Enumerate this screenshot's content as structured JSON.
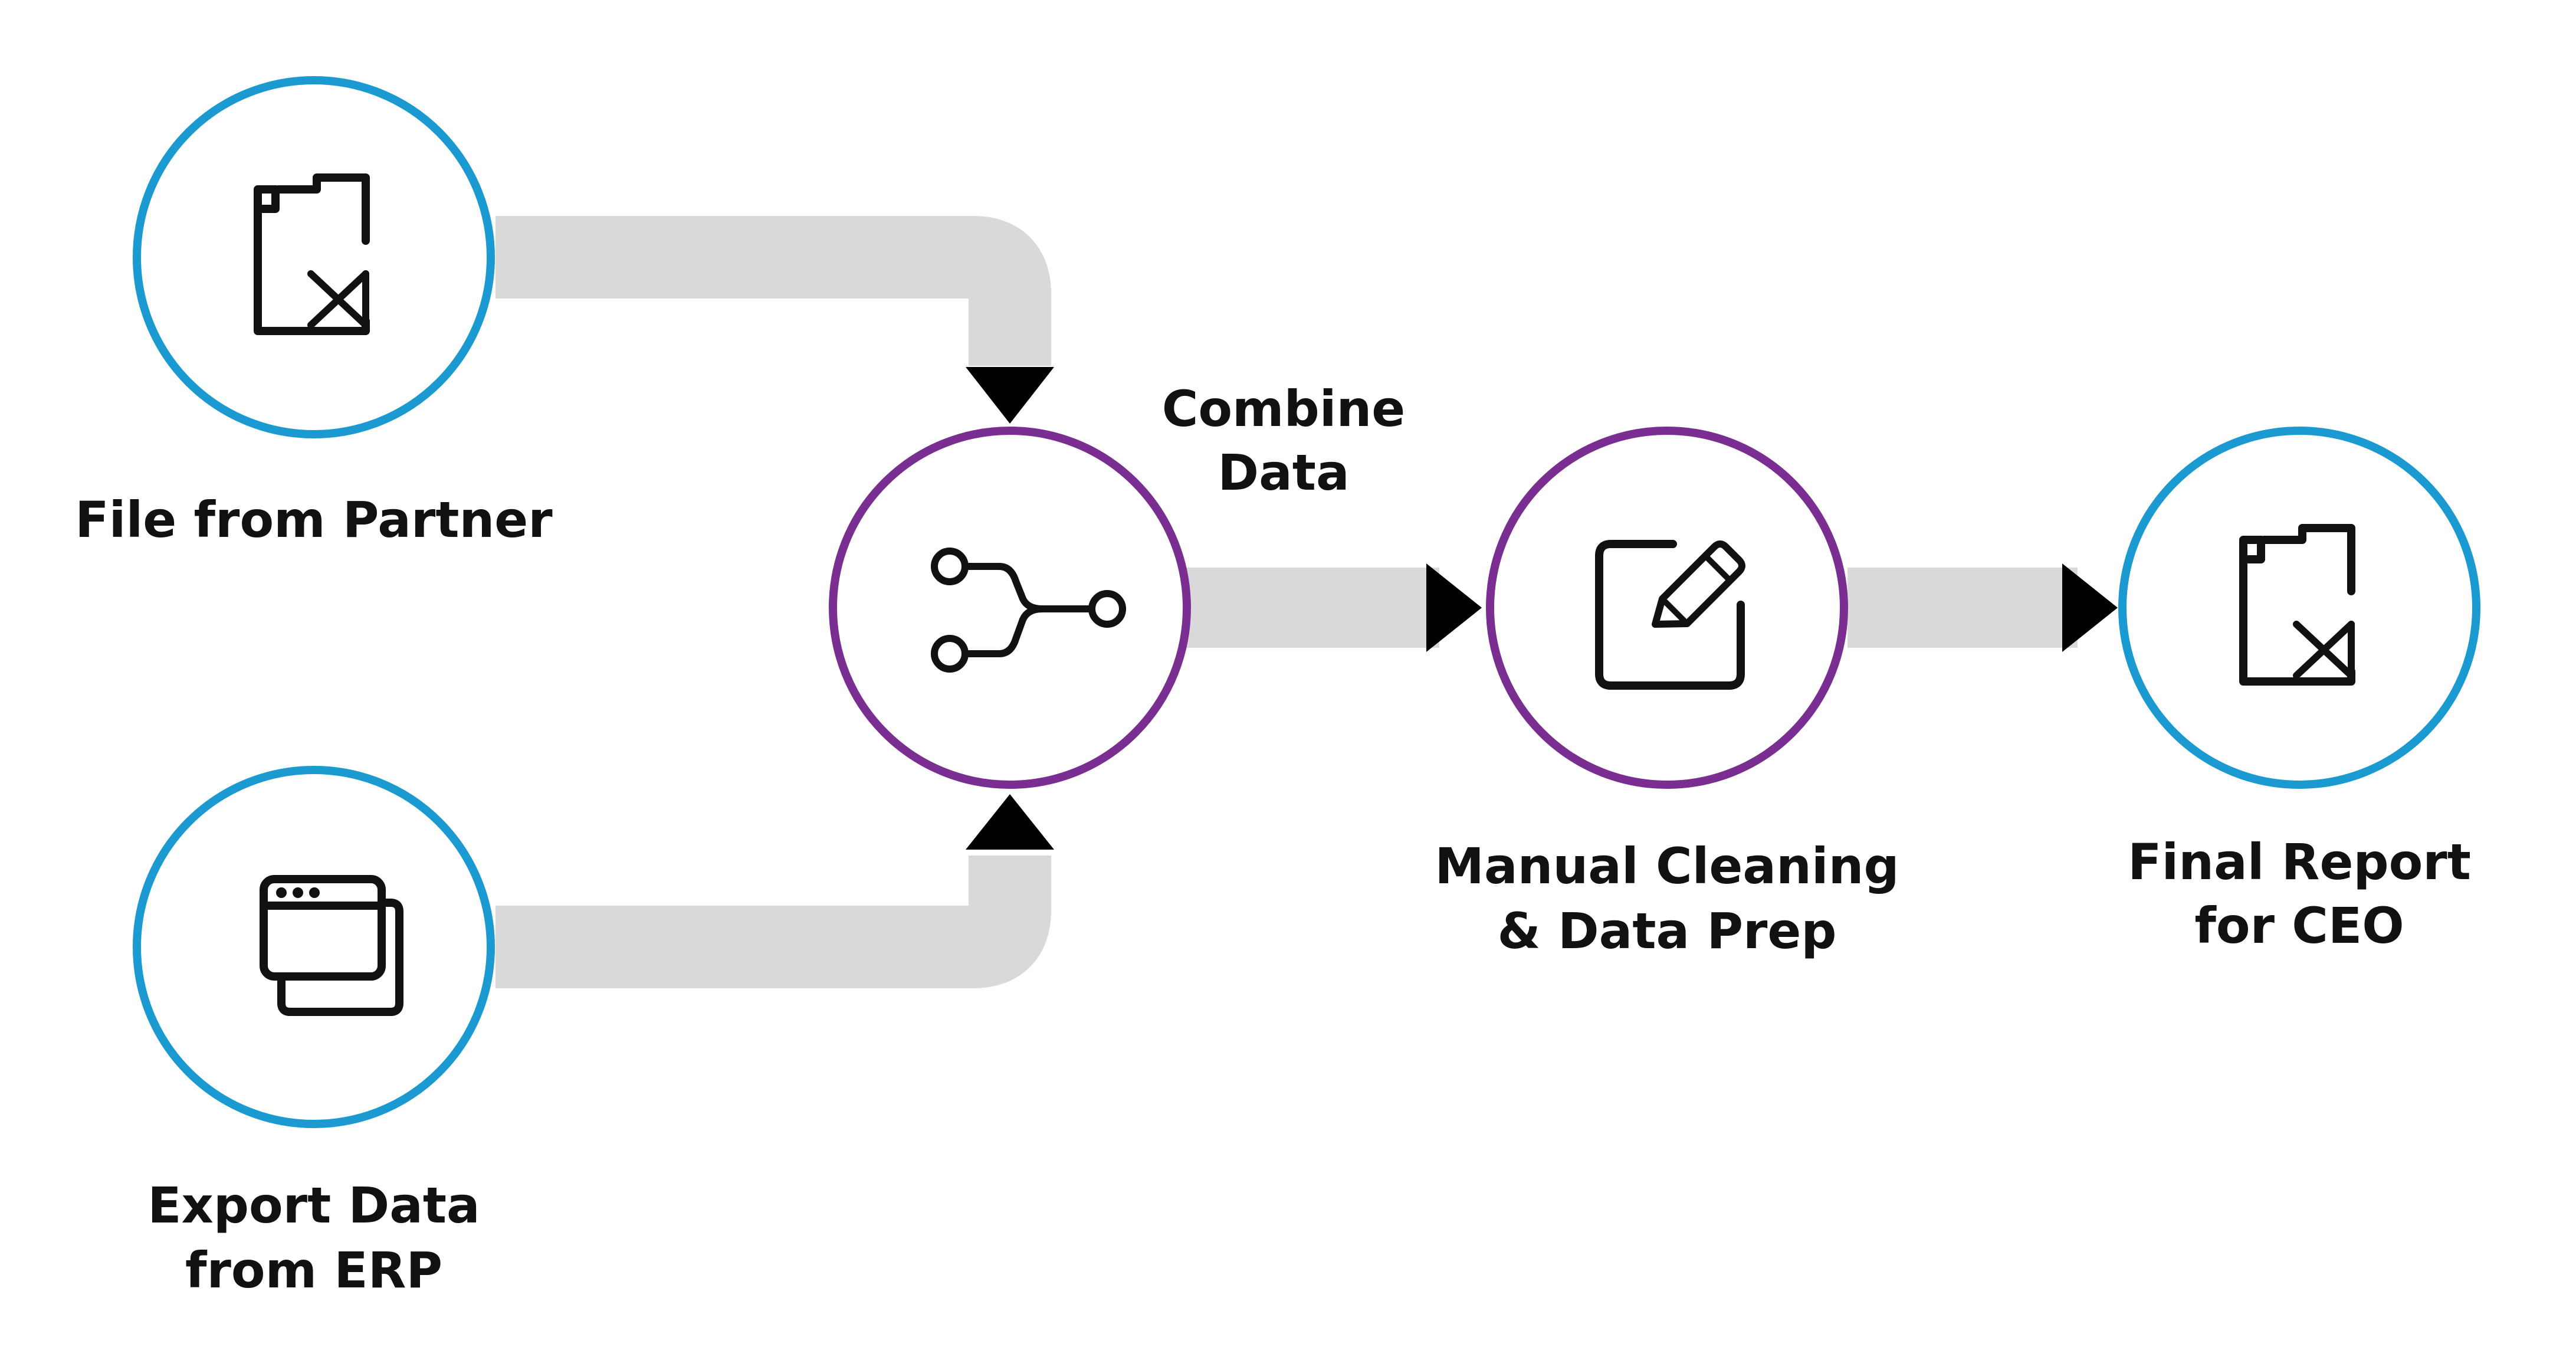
{
  "colors": {
    "source_ring": "#1a9ad1",
    "process_ring": "#7b2e91",
    "connector": "#d9d9d9",
    "arrow": "#000000",
    "icon": "#111111",
    "text": "#111111"
  },
  "nodes": {
    "file_from_partner": {
      "label": "File from Partner",
      "icon": "excel-file-icon"
    },
    "export_data_from_erp": {
      "label_line1": "Export Data",
      "label_line2": "from ERP",
      "icon": "browser-windows-icon"
    },
    "combine_data": {
      "label_line1": "Combine",
      "label_line2": "Data",
      "icon": "merge-icon"
    },
    "manual_cleaning": {
      "label_line1": "Manual Cleaning",
      "label_line2": "& Data Prep",
      "icon": "edit-icon"
    },
    "final_report": {
      "label_line1": "Final Report",
      "label_line2": "for CEO",
      "icon": "excel-file-icon"
    }
  }
}
